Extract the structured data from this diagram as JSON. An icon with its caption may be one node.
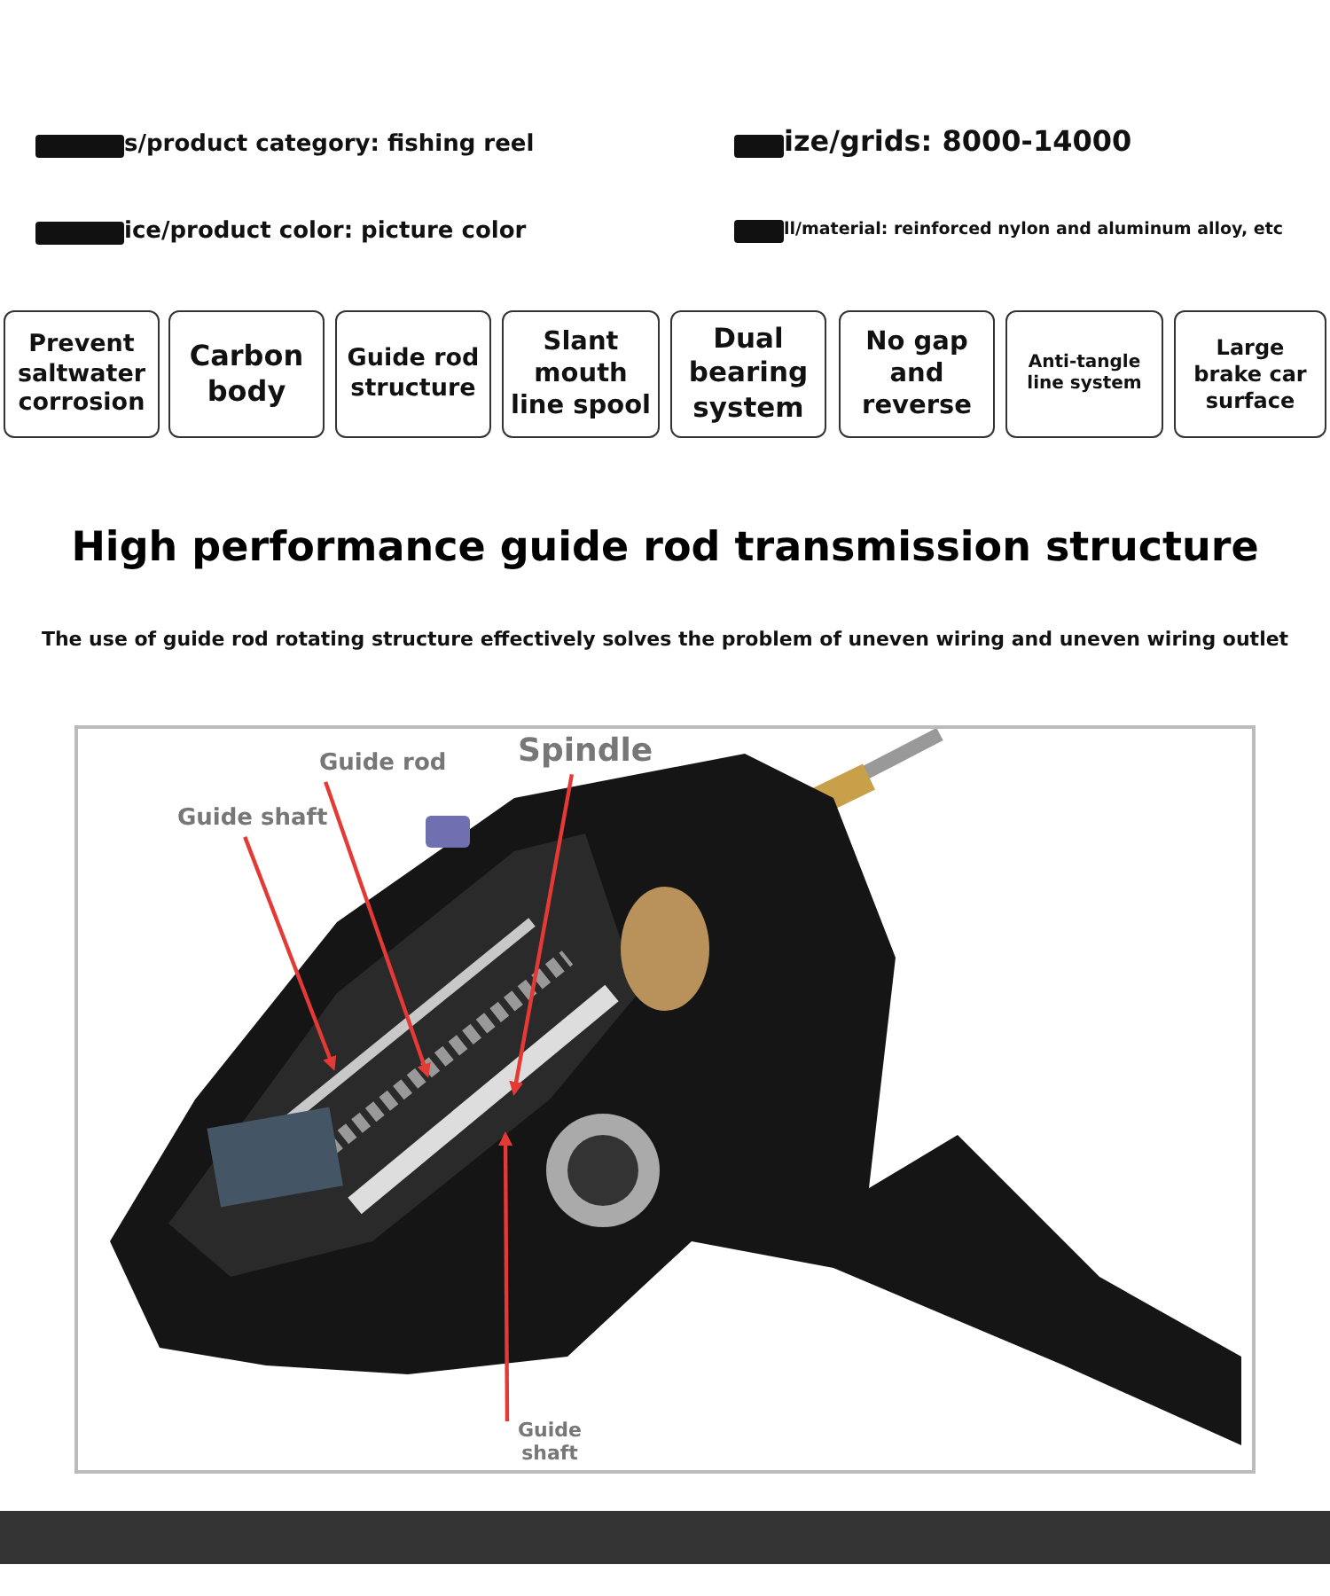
{
  "diagram": {
    "title": "High performance guide rod transmission structure",
    "nodes": [
      {
        "text": [
          "Prevent saltwater corrosion"
        ]
      },
      {
        "text": [
          "Carbon body"
        ]
      },
      {
        "text": [
          "Guide rod structure"
        ]
      },
      {
        "text": [
          "Slant mouth line spool"
        ]
      },
      {
        "text": [
          "Dual bearing system"
        ]
      },
      {
        "text": [
          "No gap and reverse"
        ]
      },
      {
        "text": [
          "Anti-tangle line system"
        ]
      },
      {
        "text": [
          "Large brake car surface"
        ]
      },
      {
        "text": [],
        "shape": "picture"
      },
      {
        "text": [
          "Guide shaft"
        ],
        "in": 8
      },
      {
        "text": [
          "Guide rod"
        ],
        "in": 8
      },
      {
        "text": [
          "Spindle"
        ],
        "in": 8
      },
      {
        "text": [
          "Guide shaft"
        ],
        "in": 8
      }
    ],
    "edges": [
      {
        "from": 9,
        "to": null,
        "arrow": "to"
      },
      {
        "from": 10,
        "to": null,
        "arrow": "to"
      },
      {
        "from": 11,
        "to": null,
        "arrow": "to"
      },
      {
        "from": 12,
        "to": null,
        "arrow": "to"
      }
    ],
    "labels": [
      "s/product category: fishing reel",
      "ize/grids: 8000-14000",
      "ice/product color: picture color",
      "ll/material: reinforced nylon and aluminum alloy, etc",
      "The use of guide rod rotating structure effectively solves the problem of uneven wiring and uneven wiring outlet"
    ]
  }
}
